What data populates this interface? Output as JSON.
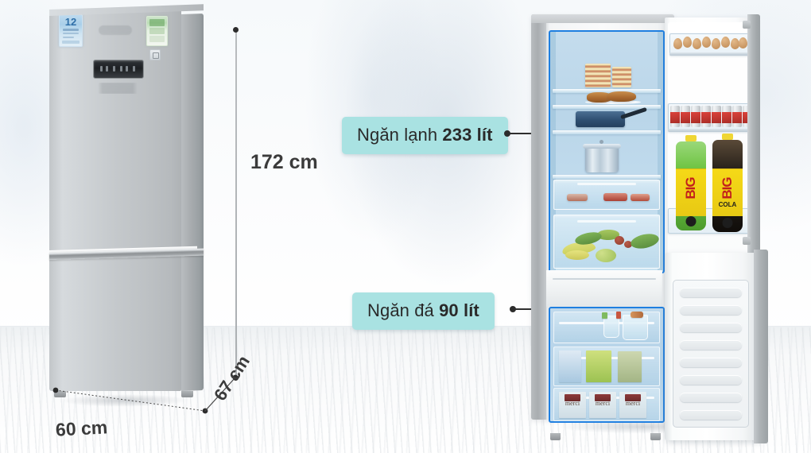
{
  "page": {
    "title": "Refrigerator dimensions and compartment capacity infographic",
    "language": "vi"
  },
  "dimensions": {
    "height": "172 cm",
    "width": "60 cm",
    "depth": "67 cm"
  },
  "callouts": [
    {
      "id": "fridge-compartment",
      "prefix": "Ngăn lạnh ",
      "value": "233 lít",
      "background": "#a9e2e2",
      "text_color": "#2a2a2a"
    },
    {
      "id": "freezer-compartment",
      "prefix": "Ngăn đá ",
      "value": "90 lít",
      "background": "#a9e2e2",
      "text_color": "#2a2a2a"
    }
  ],
  "products": {
    "closed_fridge": {
      "name": "closed refrigerator front view",
      "stickers": {
        "warranty_number": "12",
        "warranty_color": "#a9cfe9",
        "energy_color": "#b9dcb4"
      },
      "body_color": "#c4c8cb"
    },
    "open_fridge": {
      "name": "open refrigerator with food",
      "cavity_outline_color": "#1f7fe0",
      "door_items": {
        "eggs_count": 9,
        "cans_count": 8,
        "bottles": [
          {
            "label": "BIG",
            "sub": "",
            "liquid_color": "#6fc443"
          },
          {
            "label": "BIG",
            "sub": "COLA",
            "liquid_color": "#201c17"
          }
        ]
      },
      "freezer_items": {
        "boxes": [
          "merci",
          "merci",
          "merci"
        ]
      }
    }
  },
  "colors": {
    "callout_bg": "#a9e2e2",
    "outline_blue": "#1f7fe0",
    "dim_text": "#3b3b3b",
    "leader_line": "#2e2e2e",
    "floor": "#f2f4f5",
    "wall": "#f8fafb"
  }
}
